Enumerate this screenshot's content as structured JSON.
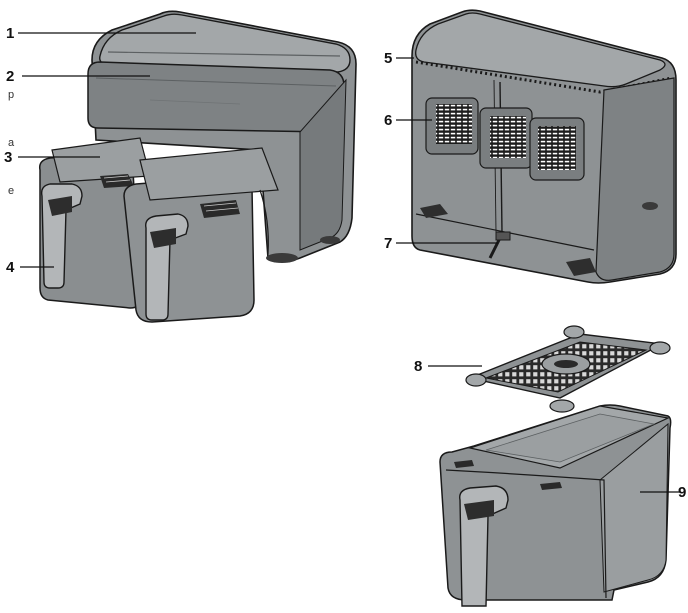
{
  "diagram": {
    "callouts": [
      {
        "id": "1",
        "label": "1"
      },
      {
        "id": "2",
        "label": "2"
      },
      {
        "id": "3",
        "label": "3"
      },
      {
        "id": "4",
        "label": "4"
      },
      {
        "id": "5",
        "label": "5"
      },
      {
        "id": "6",
        "label": "6"
      },
      {
        "id": "7",
        "label": "7"
      },
      {
        "id": "8",
        "label": "8"
      },
      {
        "id": "9",
        "label": "9"
      }
    ],
    "edge_text_fragments": [
      "p",
      "a",
      "e"
    ]
  },
  "colors": {
    "body_fill": "#8e9294",
    "body_dark": "#6f7375",
    "body_light": "#a3a7a9",
    "outline": "#1a1a1a",
    "accent_top": "#5c6062",
    "basket_inner": "#9b9fa1"
  }
}
